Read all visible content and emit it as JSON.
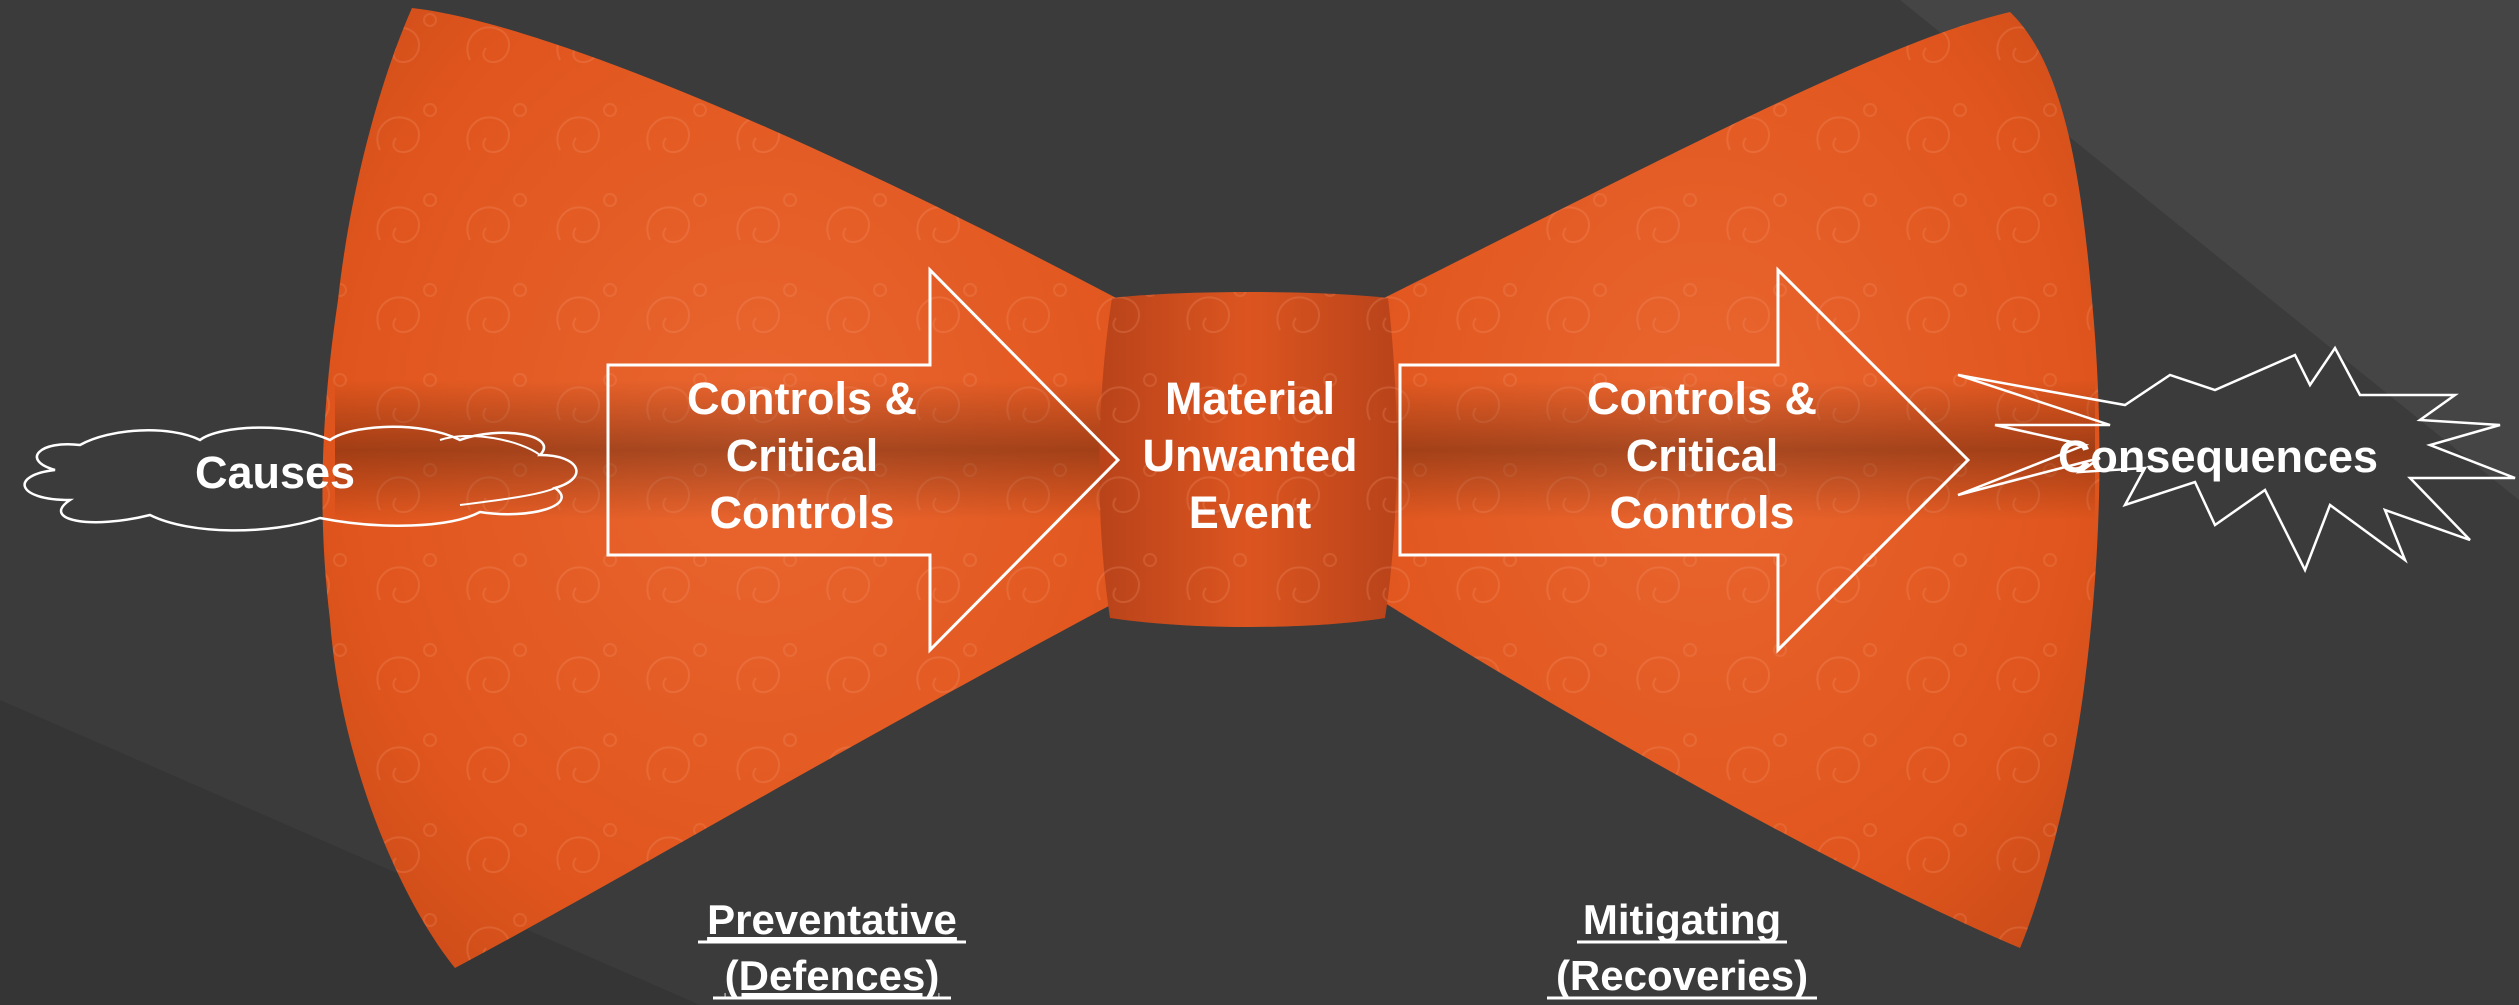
{
  "diagram": {
    "causes": "Causes",
    "preventative_controls": [
      "Controls &",
      "Critical",
      "Controls"
    ],
    "event": [
      "Material",
      "Unwanted",
      "Event"
    ],
    "mitigating_controls": [
      "Controls &",
      "Critical",
      "Controls"
    ],
    "consequences": "Consequences",
    "preventative_caption": [
      "Preventative",
      "(Defences)"
    ],
    "mitigating_caption": [
      "Mitigating",
      "(Recoveries)"
    ]
  },
  "colors": {
    "background": "#3b3b3b",
    "bow_tie": "#e2571f",
    "bow_tie_dark": "#b9431a",
    "knot": "#cf4c1b",
    "outline": "#ffffff"
  }
}
